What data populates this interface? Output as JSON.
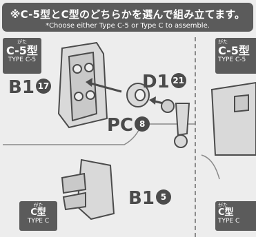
{
  "header": {
    "title_jp": "※C-5型とC型のどちらかを選んで組み立てます。",
    "title_en": "*Choose either Type C-5 or Type C to assemble."
  },
  "left_panel": {
    "top_badge": {
      "ruby": "がた",
      "kata": "C-5型",
      "sub": "TYPE C-5"
    },
    "bottom_badge": {
      "ruby": "がた",
      "kata": "C型",
      "sub": "TYPE C"
    },
    "labels": [
      {
        "part": "B1",
        "number": "17"
      },
      {
        "part": "D1",
        "number": "21"
      },
      {
        "part": "PC",
        "number": "8"
      },
      {
        "part": "B1",
        "number": "5"
      }
    ]
  },
  "right_panel": {
    "top_badge": {
      "ruby": "がた",
      "kata": "C-5型",
      "sub": "TYPE C-5"
    },
    "bottom_badge": {
      "ruby": "がた",
      "kata": "C型",
      "sub": "TYPE C"
    }
  },
  "colors": {
    "banner": "#5b5b5b",
    "ink": "#4b4b4b",
    "part_fill": "#d9d9d9",
    "background": "#ededed"
  }
}
